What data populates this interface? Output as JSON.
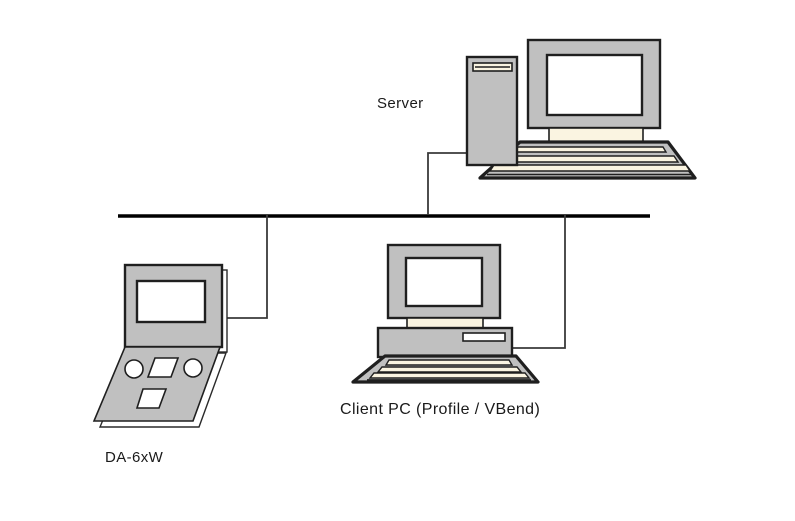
{
  "diagram": {
    "type": "network-topology",
    "labels": {
      "server": "Server",
      "client_pc": "Client PC (Profile / VBend)",
      "da6xw": "DA-6xW"
    },
    "nodes": [
      {
        "id": "server",
        "label": "Server"
      },
      {
        "id": "da6xw",
        "label": "DA-6xW"
      },
      {
        "id": "client_pc",
        "label": "Client PC (Profile / VBend)"
      }
    ],
    "connections": [
      {
        "from": "server",
        "to": "network-bus"
      },
      {
        "from": "da6xw",
        "to": "network-bus"
      },
      {
        "from": "client_pc",
        "to": "network-bus"
      }
    ],
    "colors": {
      "device_fill": "#C0C0C0",
      "screen_fill": "#FFFFFF",
      "cream_fill": "#FAF4E1",
      "button_fill": "#FFFFFF",
      "outline": "#1F1F1F",
      "bus_line": "#000000",
      "connector_line": "#3A3A3A",
      "background": "#FFFFFF"
    }
  }
}
